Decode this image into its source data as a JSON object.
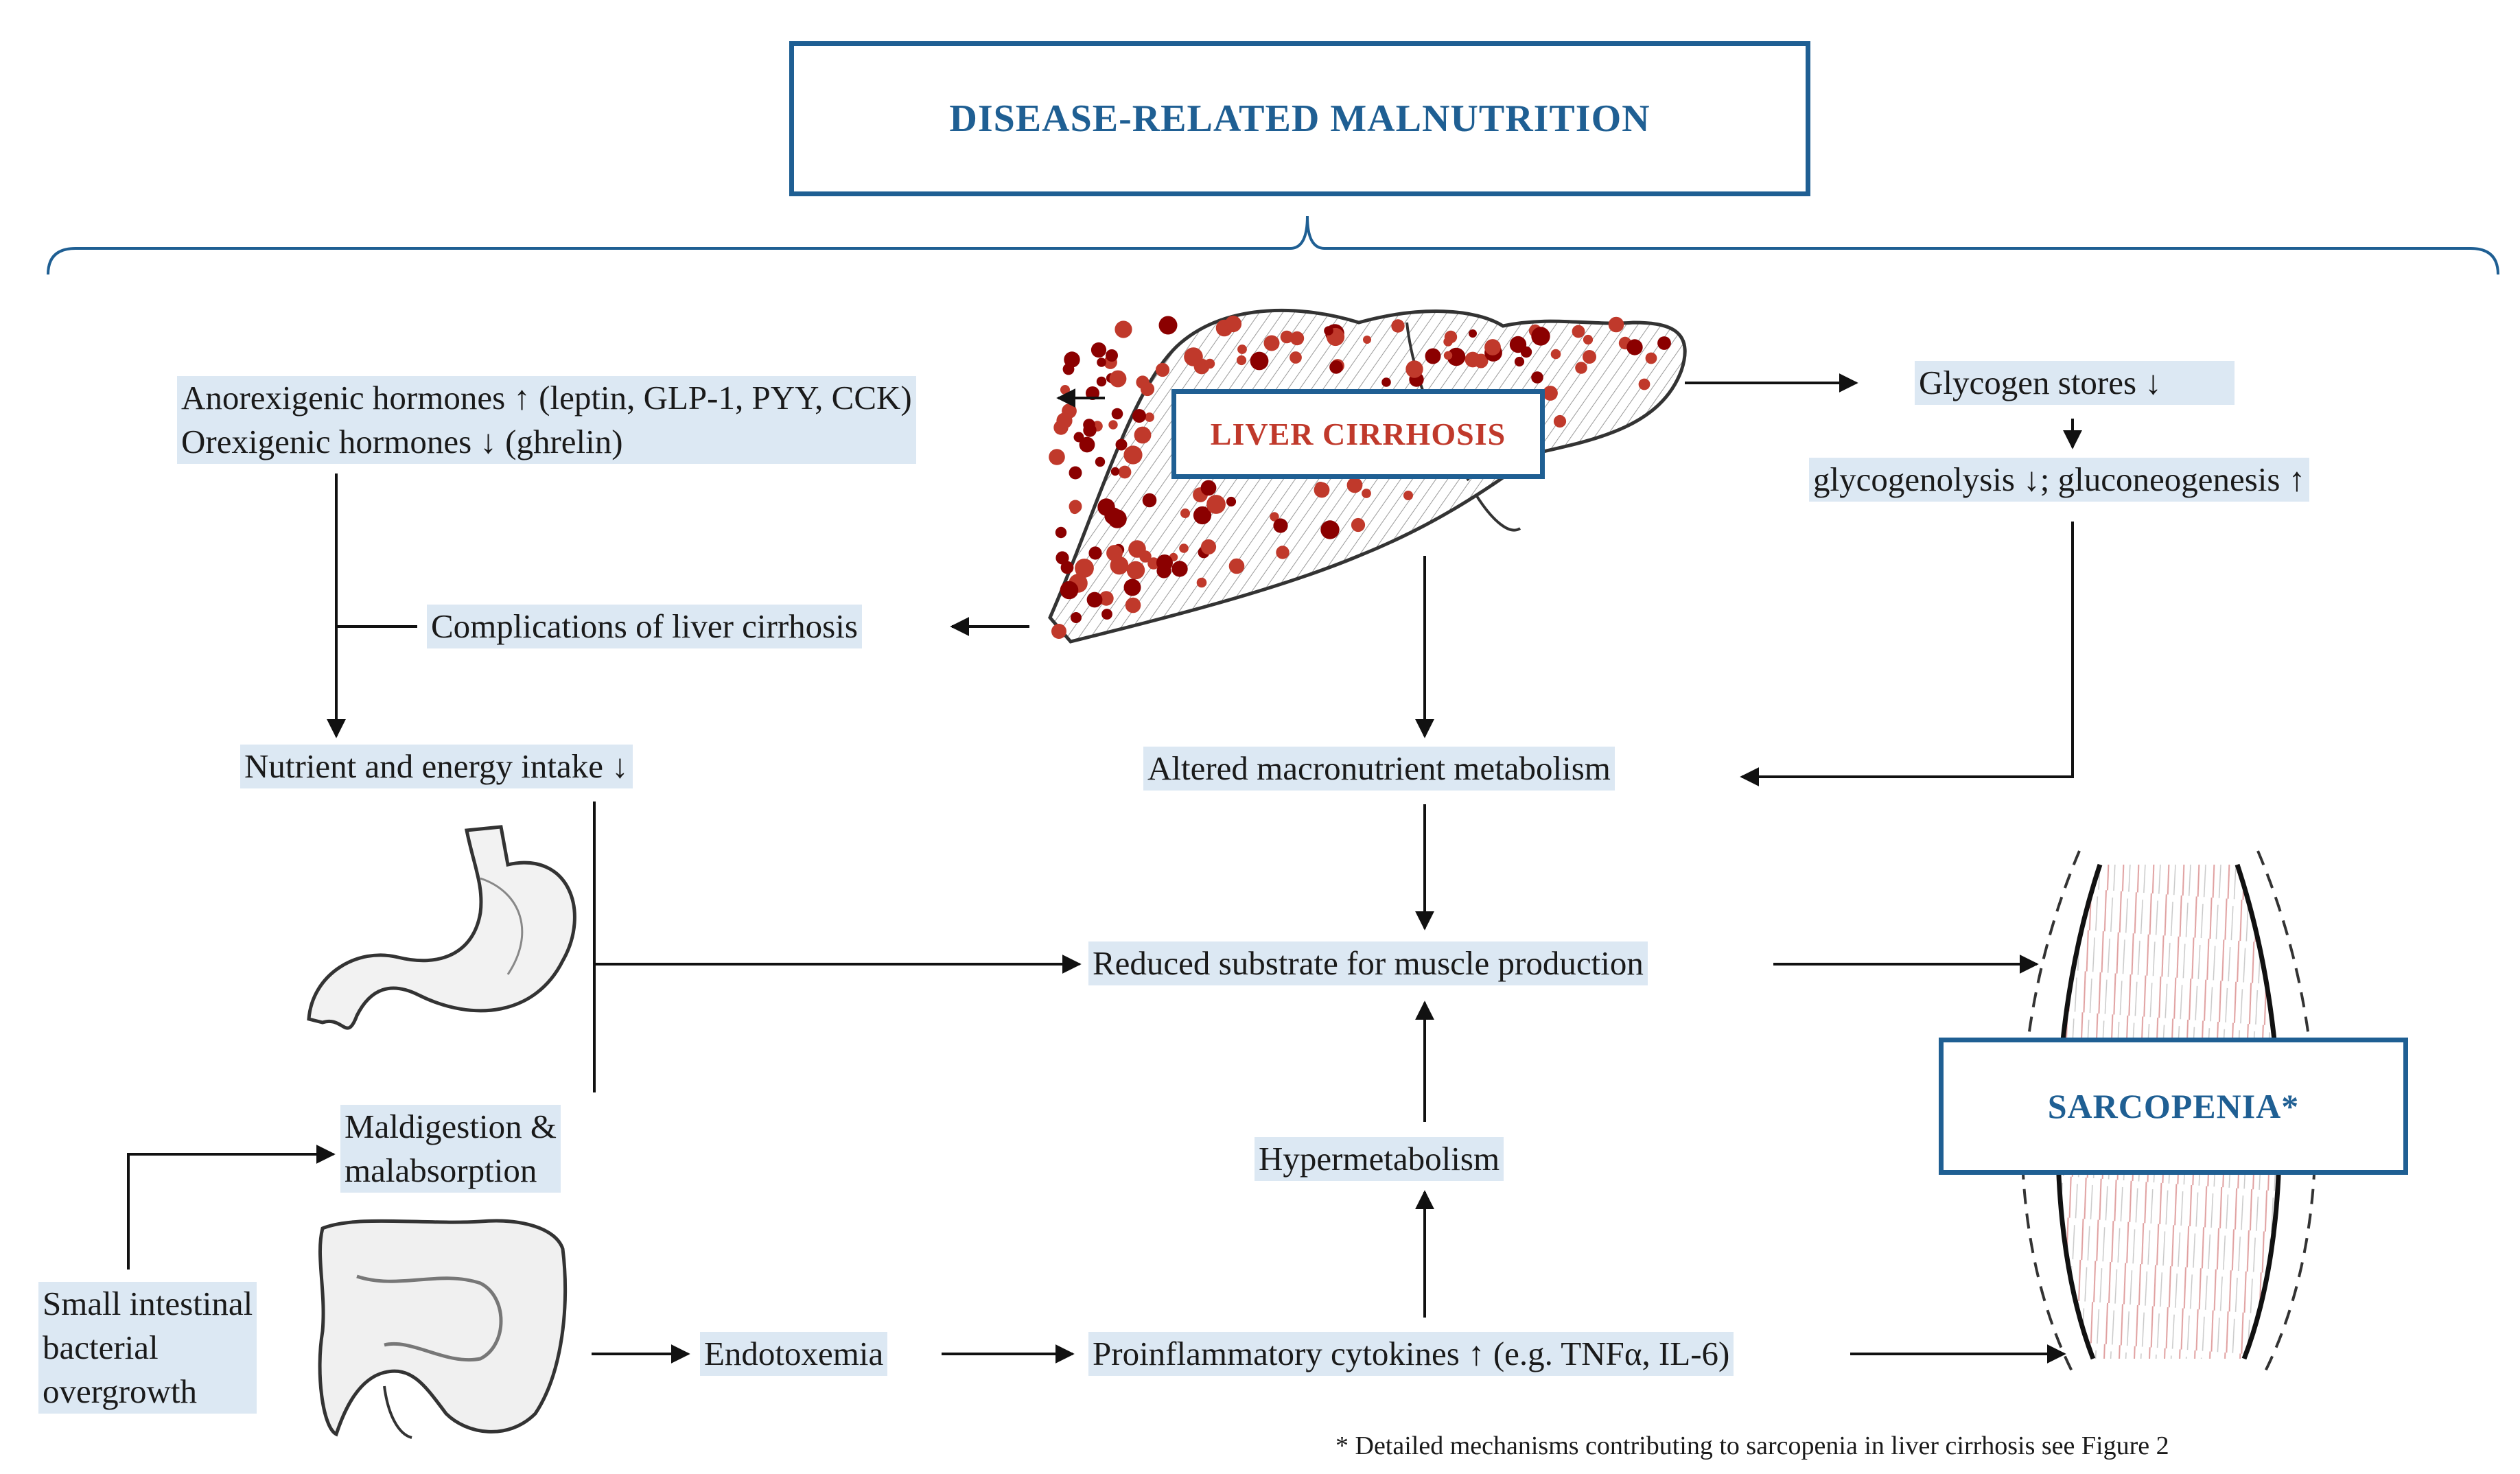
{
  "title": "DISEASE-RELATED MALNUTRITION",
  "liver_box": "LIVER CIRRHOSIS",
  "sarcopenia_box": "SARCOPENIA*",
  "labels": {
    "hormones_line1": "Anorexigenic hormones ↑ (leptin, GLP-1, PYY, CCK)",
    "hormones_line2": "Orexigenic hormones ↓ (ghrelin)",
    "complications": "Complications of liver cirrhosis",
    "nutrient_intake": "Nutrient and energy intake ↓",
    "glycogen_stores": "Glycogen stores ↓",
    "glycogenolysis": "glycogenolysis ↓; gluconeogenesis ↑",
    "altered_metabolism": "Altered macronutrient metabolism",
    "reduced_substrate": "Reduced substrate for muscle production",
    "maldigestion_line1": "Maldigestion &",
    "maldigestion_line2": "malabsorption",
    "hypermetabolism": "Hypermetabolism",
    "sibo_line1": "Small intestinal",
    "sibo_line2": "bacterial",
    "sibo_line3": "overgrowth",
    "endotoxemia": "Endotoxemia",
    "cytokines": "Proinflammatory cytokines ↑ (e.g. TNFα, IL-6)"
  },
  "footnote": "* Detailed mechanisms contributing to sarcopenia in liver cirrhosis see Figure 2",
  "colors": {
    "box_border": "#1f5f93",
    "box_text": "#1f5f93",
    "liver_text": "#c0392b",
    "label_bg": "#dce8f3",
    "arrow": "#111111"
  },
  "icons": [
    "liver-illustration",
    "stomach-illustration",
    "intestine-illustration",
    "muscle-illustration"
  ]
}
